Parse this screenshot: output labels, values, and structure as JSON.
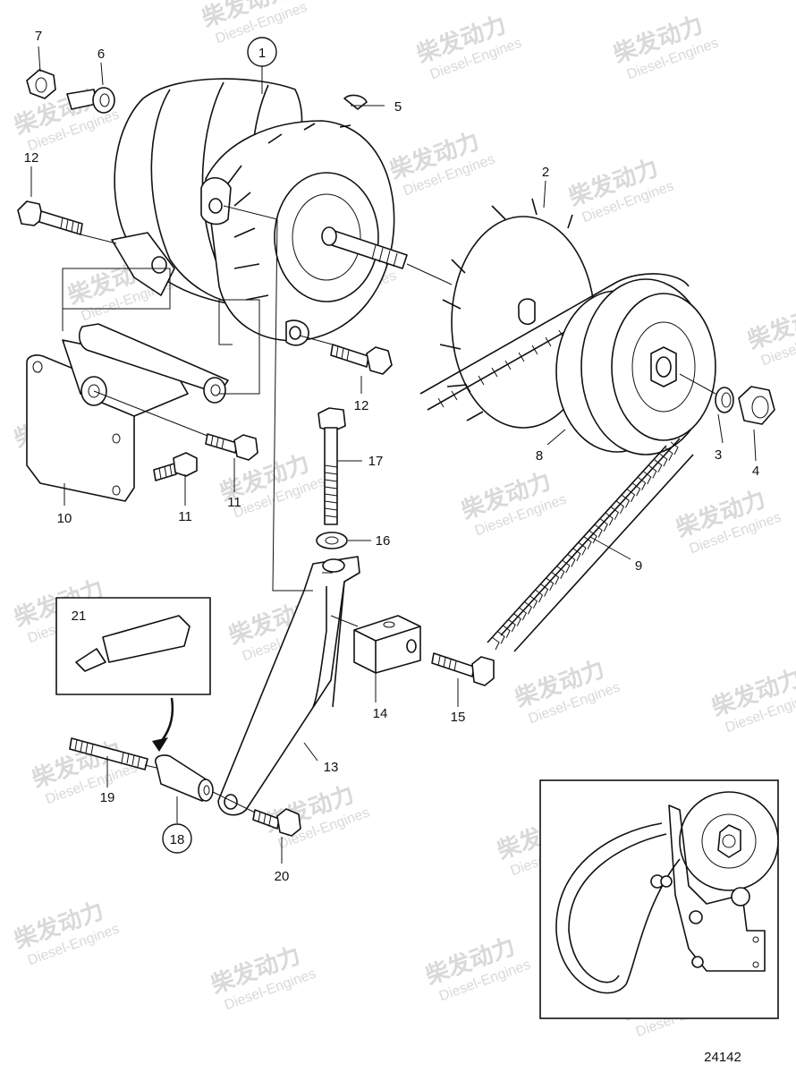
{
  "callouts": [
    {
      "id": "1",
      "circled": true
    },
    {
      "id": "2"
    },
    {
      "id": "3"
    },
    {
      "id": "4"
    },
    {
      "id": "5"
    },
    {
      "id": "6"
    },
    {
      "id": "7"
    },
    {
      "id": "8"
    },
    {
      "id": "9"
    },
    {
      "id": "10"
    },
    {
      "id": "11a",
      "text": "11"
    },
    {
      "id": "11b",
      "text": "11"
    },
    {
      "id": "12a",
      "text": "12"
    },
    {
      "id": "12b",
      "text": "12"
    },
    {
      "id": "13"
    },
    {
      "id": "14"
    },
    {
      "id": "15"
    },
    {
      "id": "16"
    },
    {
      "id": "17"
    },
    {
      "id": "18",
      "circled": true
    },
    {
      "id": "19"
    },
    {
      "id": "20"
    },
    {
      "id": "21"
    }
  ],
  "drawing_number": "24142",
  "watermark": {
    "brand": "柴发动力",
    "sub": "Diesel-Engines"
  }
}
